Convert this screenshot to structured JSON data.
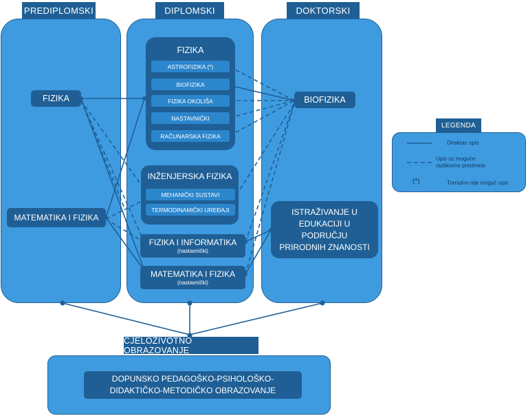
{
  "columns": {
    "prediplomski": "PREDIPLOMSKI",
    "diplomski": "DIPLOMSKI",
    "doktorski": "DOKTORSKI"
  },
  "undergrad": {
    "fizika": "FIZIKA",
    "matematika_fizika": "MATEMATIKA I FIZIKA"
  },
  "graduate": {
    "fizika_group": {
      "title": "FIZIKA",
      "items": [
        "ASTROFIZIKA (*)",
        "BIOFIZIKA",
        "FIZIKA OKOLIŠA",
        "NASTAVNIČKI",
        "RAČUNARSKA FIZIKA"
      ]
    },
    "inzenjerska_group": {
      "title": "INŽENJERSKA FIZIKA",
      "items": [
        "MEHANIČKI SUSTAVI",
        "TERMODINAMIČKI UREĐAJI"
      ]
    },
    "fizika_informatika": {
      "title": "FIZIKA I INFORMATIKA",
      "sub": "(nastavnički)"
    },
    "matematika_fizika": {
      "title": "MATEMATIKA I FIZIKA",
      "sub": "(nastavnički)"
    }
  },
  "doctoral": {
    "biofizika": "BIOFIZIKA",
    "istrazivanje": [
      "ISTRAŽIVANJE U",
      "EDUKACIJI U",
      "PODRUČJU",
      "PRIRODNIH ZNANOSTI"
    ]
  },
  "lifelong": {
    "header": "CJELOŽIVOTNO OBRAZOVANJE",
    "program": [
      "DOPUNSKO PEDAGOŠKO-PSIHOLOŠKO-",
      "DIDAKTIČKO-METODIČKO OBRAZOVANJE"
    ]
  },
  "legend": {
    "title": "LEGENDA",
    "direct": "Direktan upis",
    "conditional": [
      "Upis uz moguće",
      "razlikovne predmete"
    ],
    "asterisk_symbol": "(*)",
    "asterisk": "Trenutno nije moguć upis"
  },
  "colors": {
    "dark": "#1f5f95",
    "medium": "#3f9be0",
    "light": "#2c86cc",
    "line": "#1f5f95"
  }
}
